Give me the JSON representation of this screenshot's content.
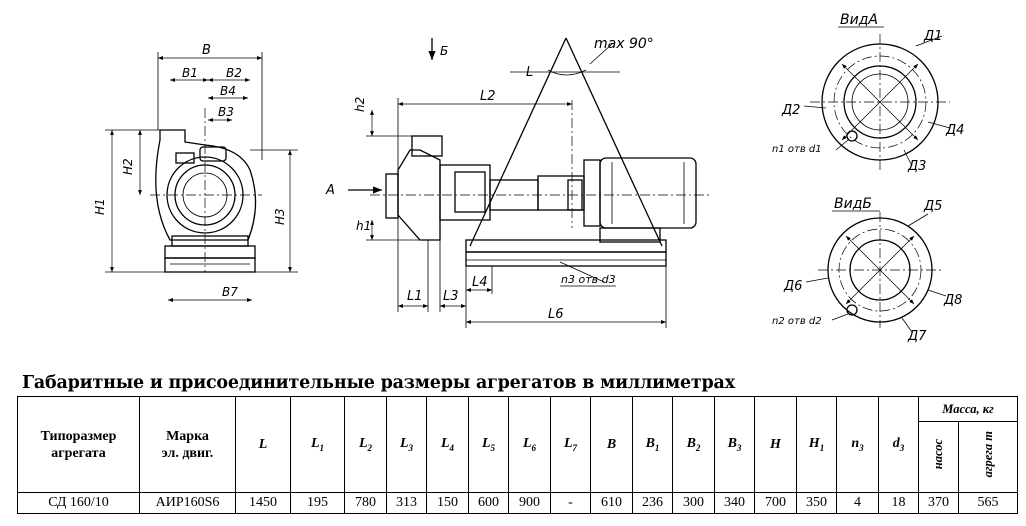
{
  "drawing": {
    "labels": {
      "B": "B",
      "B1": "B1",
      "B2": "B2",
      "B3": "B3",
      "B4": "B4",
      "B7": "B7",
      "H1": "H1",
      "H2": "H2",
      "H3": "H3",
      "view_arrow_b": "Б",
      "view_arrow_a": "A",
      "L": "L",
      "L1": "L1",
      "L2": "L2",
      "L3": "L3",
      "L4": "L4",
      "L6": "L6",
      "h1": "h1",
      "h2": "h2",
      "max_angle": "max 90°",
      "n3_holes": "n3 отв d3",
      "view_a": "ВидА",
      "view_b": "ВидБ",
      "D1": "Д1",
      "D2": "Д2",
      "D3": "Д3",
      "D4": "Д4",
      "n1_holes": "n1 отв d1",
      "D5": "Д5",
      "D6": "Д6",
      "D7": "Д7",
      "D8": "Д8",
      "n2_holes": "n2 отв d2"
    }
  },
  "table": {
    "title": "Габаритные и присоединительные размеры агрегатов в миллиметрах",
    "headers": {
      "model_line1": "Типоразмер",
      "model_line2": "агрегата",
      "motor_line1": "Марка",
      "motor_line2": "эл. двиг.",
      "mass": "Масса, кг",
      "mass_pump": "насос",
      "mass_unit": "агрега т"
    },
    "dim_columns": [
      "L",
      "L1",
      "L2",
      "L3",
      "L4",
      "L5",
      "L6",
      "L7",
      "B",
      "B1",
      "B2",
      "B3",
      "H",
      "H1",
      "n3",
      "d3"
    ],
    "rows": [
      {
        "model": "СД 160/10",
        "motor": "АИР160S6",
        "values": [
          "1450",
          "195",
          "780",
          "313",
          "150",
          "600",
          "900",
          "-",
          "610",
          "236",
          "300",
          "340",
          "700",
          "350",
          "4",
          "18"
        ],
        "mass_pump": "370",
        "mass_unit": "565"
      }
    ]
  }
}
